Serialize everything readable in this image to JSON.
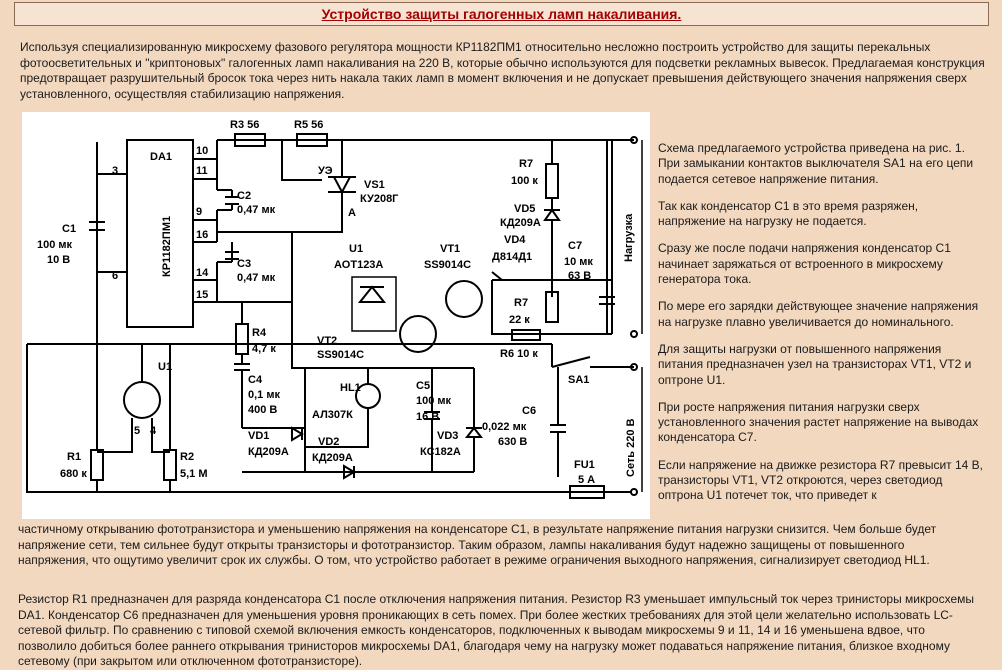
{
  "title": "Устройство защиты галогенных ламп накаливания.",
  "intro": "Используя специализированную микросхему фазового регулятора мощности КР1182ПМ1 относительно несложно построить устройство для защиты перекальных фотоосветительных и \"криптоновых\" галогенных ламп накаливания на 220 В, которые обычно используются для подсветки рекламных вывесок. Предлагаемая конструкция предотвращает разрушительный бросок тока через нить накала таких ламп в момент включения и не допускает превышения действующего значения напряжения сверх установленного, осуществляя стабилизацию напряжения.",
  "side_paragraphs": [
    "Схема предлагаемого устройства приведена на рис. 1. При замыкании контактов выключателя SA1 на его цепи подается сетевое напряжение питания.",
    "Так как конденсатор С1 в это время разряжен, напряжение на нагрузку не подается.",
    "Сразу же после подачи напряжения конденсатор С1 начинает заряжаться от встроенного в микросхему генератора тока.",
    "По мере его зарядки действующее значение напряжения на нагрузке плавно увеличивается до номинального.",
    "Для защиты нагрузки от повышенного напряжения питания предназначен узел на транзисторах VT1, VT2 и оптроне U1.",
    "При росте напряжения питания нагрузки сверх установленного значения растет напряжение на выводах конденсатора С7.",
    "Если напряжение на движке резистора R7 превысит 14 В, транзисторы VT1, VT2 откроются, через светодиод оптрона U1 потечет ток, что приведет к"
  ],
  "continuation1": "частичному открыванию фототранзистора и уменьшению напряжения на конденсаторе С1, в результате напряжение питания нагрузки снизится. Чем больше будет напряжение сети, тем сильнее будут открыты транзисторы и фототранзистор. Таким образом, лампы накаливания будут надежно защищены от повышенного напряжения, что ощутимо увеличит срок их службы. О том, что устройство работает в режиме ограничения выходного напряжения, сигнализирует светодиод HL1.",
  "continuation2": "Резистор R1 предназначен для разряда конденсатора С1 после отключения напряжения питания. Резистор R3 уменьшает импульсный ток через тринисторы микросхемы DA1. Конденсатор С6 предназначен для уменьшения уровня проникающих в сеть помех. При более жестких требованиях для этой цели желательно использовать LC-сетевой фильтр. По сравнению с типовой схемой включения емкость конденсаторов, подключенных к выводам микросхемы 9 и 11, 14 и 16 уменьшена вдвое, что позволило добиться более раннего открывания тринисторов микросхемы DA1, благодаря чему на нагрузку может подаваться напряжение питания, близкое входному сетевому (при закрытом или отключенном фототранзисторе).",
  "schematic": {
    "DA1": "DA1",
    "DA1_type": "КР1182ПМ1",
    "pins": [
      "3",
      "6",
      "10",
      "11",
      "9",
      "16",
      "14",
      "15"
    ],
    "R3": "R3 56",
    "R5": "R5 56",
    "C2": "C2",
    "C2_val": "0,47 мк",
    "C3": "C3",
    "C3_val": "0,47 мк",
    "UE": "УЭ",
    "VS1": "VS1",
    "VS1_type": "КУ208Г",
    "A": "А",
    "C1": "C1",
    "C1_val1": "100 мк",
    "C1_val2": "10 В",
    "U1_top": "U1",
    "U1_type": "АОТ123А",
    "VT1": "VT1",
    "VT1_type": "SS9014C",
    "VT2": "VT2",
    "VT2_type": "SS9014C",
    "R7": "R7",
    "R7_val": "100 к",
    "R7b": "R7",
    "R7b_val": "22 к",
    "VD5": "VD5",
    "VD5_type": "КД209А",
    "VD4": "VD4",
    "VD4_type": "Д814Д1",
    "C7": "C7",
    "C7_val1": "10 мк",
    "C7_val2": "63 В",
    "R6": "R6 10 к",
    "load": "Нагрузка",
    "R4": "R4",
    "R4_val": "4,7 к",
    "C4": "C4",
    "C4_val1": "0,1 мк",
    "C4_val2": "400 В",
    "HL1": "HL1",
    "HL1_type": "АЛ307К",
    "C5": "C5",
    "C5_val1": "100 мк",
    "C5_val2": "16 В",
    "SA1": "SA1",
    "VD1": "VD1",
    "VD1_type": "КД209А",
    "VD2": "VD2",
    "VD2_type": "КД209А",
    "VD3": "VD3",
    "VD3_type": "КС182А",
    "C6": "C6",
    "C6_val1": "0,022 мк",
    "C6_val2": "630 В",
    "U1_left": "U1",
    "pin5": "5",
    "pin4": "4",
    "R1": "R1",
    "R1_val": "680 к",
    "R2": "R2",
    "R2_val": "5,1 М",
    "FU1": "FU1",
    "FU1_val": "5 А",
    "mains": "Сеть 220 В"
  }
}
